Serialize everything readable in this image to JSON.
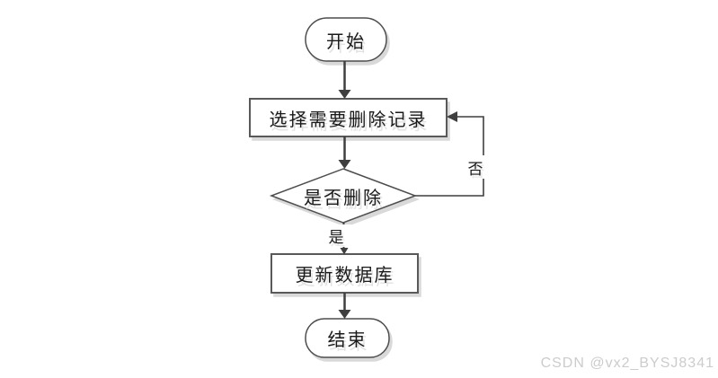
{
  "diagram": {
    "type": "flowchart",
    "nodes": [
      {
        "id": "start",
        "shape": "terminator",
        "label": "开始"
      },
      {
        "id": "select",
        "shape": "process",
        "label": "选择需要删除记录"
      },
      {
        "id": "decision",
        "shape": "decision",
        "label": "是否删除"
      },
      {
        "id": "update",
        "shape": "process",
        "label": "更新数据库"
      },
      {
        "id": "end",
        "shape": "terminator",
        "label": "结束"
      }
    ],
    "edges": [
      {
        "from": "start",
        "to": "select",
        "label": ""
      },
      {
        "from": "select",
        "to": "decision",
        "label": ""
      },
      {
        "from": "decision",
        "to": "update",
        "label": "是"
      },
      {
        "from": "decision",
        "to": "select",
        "label": "否"
      },
      {
        "from": "update",
        "to": "end",
        "label": ""
      }
    ]
  },
  "colors": {
    "terminator_border": "#4d4d4d",
    "process_border": "#595959",
    "connector": "#3f3f3f",
    "shape_fill": "#ffffff",
    "shadow": "#d9d9d9",
    "text": "#1a1a1a",
    "watermark_text": "#cccccc"
  },
  "watermark": {
    "text": "CSDN @vx2_BYSJ8341"
  }
}
